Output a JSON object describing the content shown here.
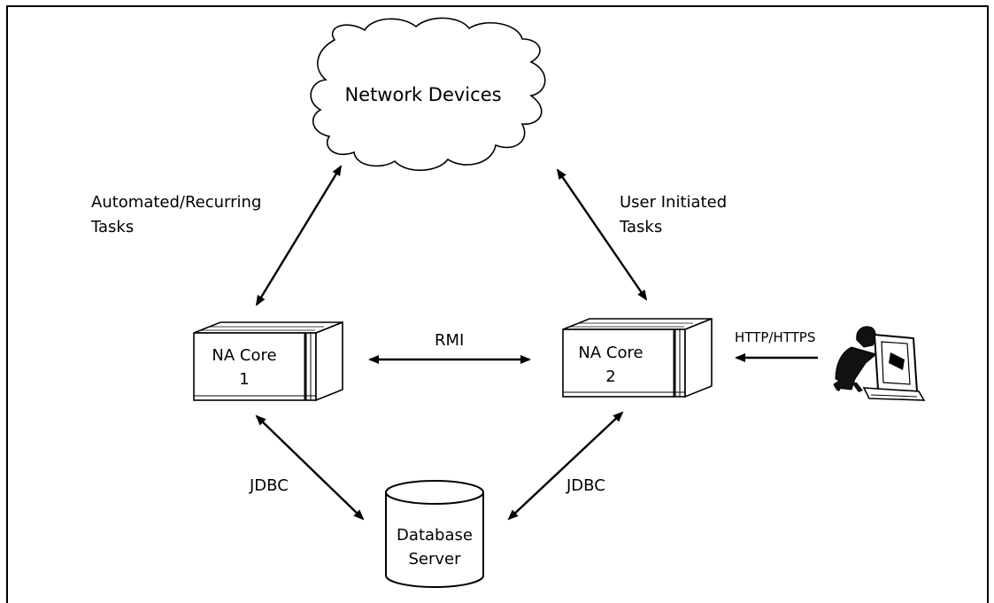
{
  "diagram": {
    "cloud_label": "Network Devices",
    "left_edge_label": [
      "Automated/Recurring",
      "Tasks"
    ],
    "right_edge_label": [
      "User Initiated",
      "Tasks"
    ],
    "core1_label": [
      "NA Core",
      "1"
    ],
    "core2_label": [
      "NA Core",
      "2"
    ],
    "rmi_label": "RMI",
    "http_label": "HTTP/HTTPS",
    "jdbc_left_label": "JDBC",
    "jdbc_right_label": "JDBC",
    "database_label": [
      "Database",
      "Server"
    ]
  },
  "icons": {
    "cloud": "cloud-icon",
    "server": "server-box-icon",
    "database": "database-cylinder-icon",
    "user": "user-at-computer-icon"
  }
}
